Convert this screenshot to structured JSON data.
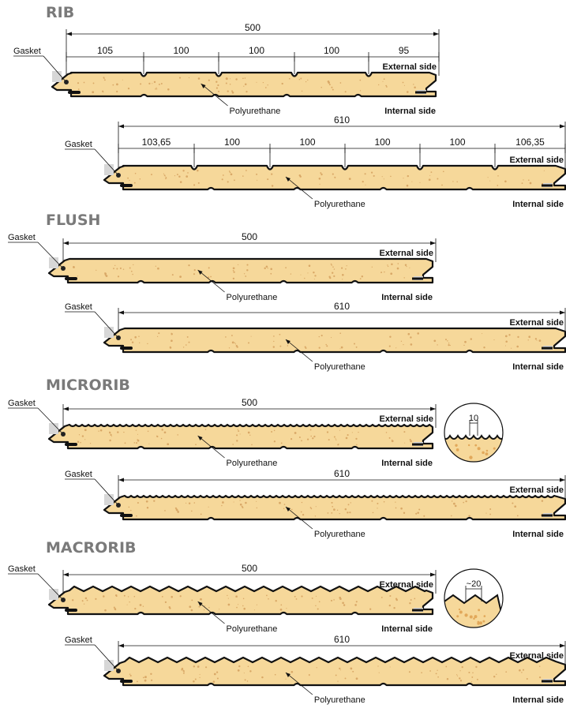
{
  "sections": [
    {
      "title": "RIB",
      "profile": "rib",
      "panels": [
        {
          "width_label": "500",
          "segments": [
            "105",
            "100",
            "100",
            "100",
            "95"
          ],
          "gasket": "Gasket",
          "polyurethane": "Polyurethane",
          "external": "External side",
          "internal": "Internal side"
        },
        {
          "width_label": "610",
          "segments": [
            "103,65",
            "100",
            "100",
            "100",
            "100",
            "106,35"
          ],
          "gasket": "Gasket",
          "polyurethane": "Polyurethane",
          "external": "External side",
          "internal": "Internal side"
        }
      ]
    },
    {
      "title": "FLUSH",
      "profile": "flush",
      "panels": [
        {
          "width_label": "500",
          "gasket": "Gasket",
          "polyurethane": "Polyurethane",
          "external": "External side",
          "internal": "Internal side"
        },
        {
          "width_label": "610",
          "gasket": "Gasket",
          "polyurethane": "Polyurethane",
          "external": "External side",
          "internal": "Internal side"
        }
      ]
    },
    {
      "title": "MICRORIB",
      "profile": "microrib",
      "detail_label": "10",
      "panels": [
        {
          "width_label": "500",
          "gasket": "Gasket",
          "polyurethane": "Polyurethane",
          "external": "External side",
          "internal": "Internal side"
        },
        {
          "width_label": "610",
          "gasket": "Gasket",
          "polyurethane": "Polyurethane",
          "external": "External side",
          "internal": "Internal side"
        }
      ]
    },
    {
      "title": "MACRORIB",
      "profile": "macrorib",
      "detail_label": "~20",
      "panels": [
        {
          "width_label": "500",
          "gasket": "Gasket",
          "polyurethane": "Polyurethane",
          "external": "External side",
          "internal": "Internal side"
        },
        {
          "width_label": "610",
          "gasket": "Gasket",
          "polyurethane": "Polyurethane",
          "external": "External side",
          "internal": "Internal side"
        }
      ]
    }
  ],
  "colors": {
    "foam": "#f6d89a",
    "outline": "#111111",
    "title": "#7a7a7a",
    "gasket": "#d7d7d7"
  }
}
